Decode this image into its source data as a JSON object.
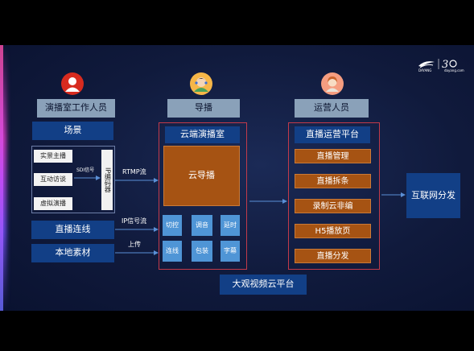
{
  "roles": {
    "studio_staff": "演播室工作人员",
    "director": "导播",
    "operator": "运营人员"
  },
  "left": {
    "scene": "场景",
    "scene_items": [
      "实景主播",
      "互动访谈",
      "虚拟演播"
    ],
    "sdi_label": "SDI信号",
    "encoder": "IP编码器",
    "live_link": "直播连线",
    "local_material": "本地素材"
  },
  "middle": {
    "title": "云端演播室",
    "cloud_director": "云导播",
    "tools": [
      "切控",
      "调音",
      "延时",
      "连线",
      "包装",
      "字幕"
    ]
  },
  "right": {
    "title": "直播运营平台",
    "items": [
      "直播管理",
      "直播拆条",
      "录制云非编",
      "H5播放页",
      "直播分发"
    ]
  },
  "arrows": {
    "rtmp": "RTMP流",
    "ip": "IP信号流",
    "upload": "上传"
  },
  "distribution": "互联网分发",
  "platform": "大观视频云平台",
  "logo": {
    "brand": "DAYANG",
    "sub": "dayang.com"
  },
  "colors": {
    "header": "#8aa1b9",
    "blue": "#123f86",
    "orange": "#a65313",
    "frame": "#c23a4a",
    "tool": "#4f95d6"
  }
}
